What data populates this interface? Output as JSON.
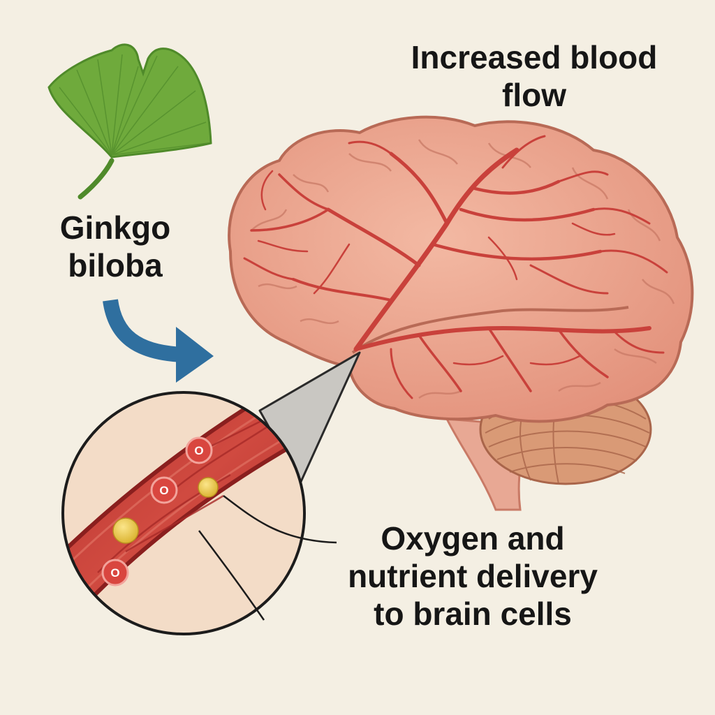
{
  "labels": {
    "blood_flow": [
      "Increased blood",
      "flow"
    ],
    "ginkgo": [
      "Ginkgo",
      "biloba"
    ],
    "delivery": [
      "Oxygen and",
      "nutrient delivery",
      "to brain cells"
    ]
  },
  "blood_cells": [
    {
      "mark": "O",
      "kind": "oxygen"
    },
    {
      "mark": "O",
      "kind": "oxygen"
    },
    {
      "mark": "O",
      "kind": "oxygen"
    },
    {
      "mark": "",
      "kind": "nutrient"
    },
    {
      "mark": "",
      "kind": "nutrient"
    }
  ],
  "colors": {
    "background": "#f4efe3",
    "leaf": "#6faa3c",
    "arrow": "#2f6f9f",
    "brain": "#e9a08a",
    "vessel": "#c9413b",
    "cerebellum": "#d99a76",
    "oxygen_cell": "#d9463f",
    "nutrient": "#e8c440"
  },
  "icons": {
    "leaf": "ginkgo-leaf-icon",
    "arrow": "curved-arrow-icon",
    "brain": "brain-illustration",
    "magnifier": "magnified-vessel-inset"
  }
}
